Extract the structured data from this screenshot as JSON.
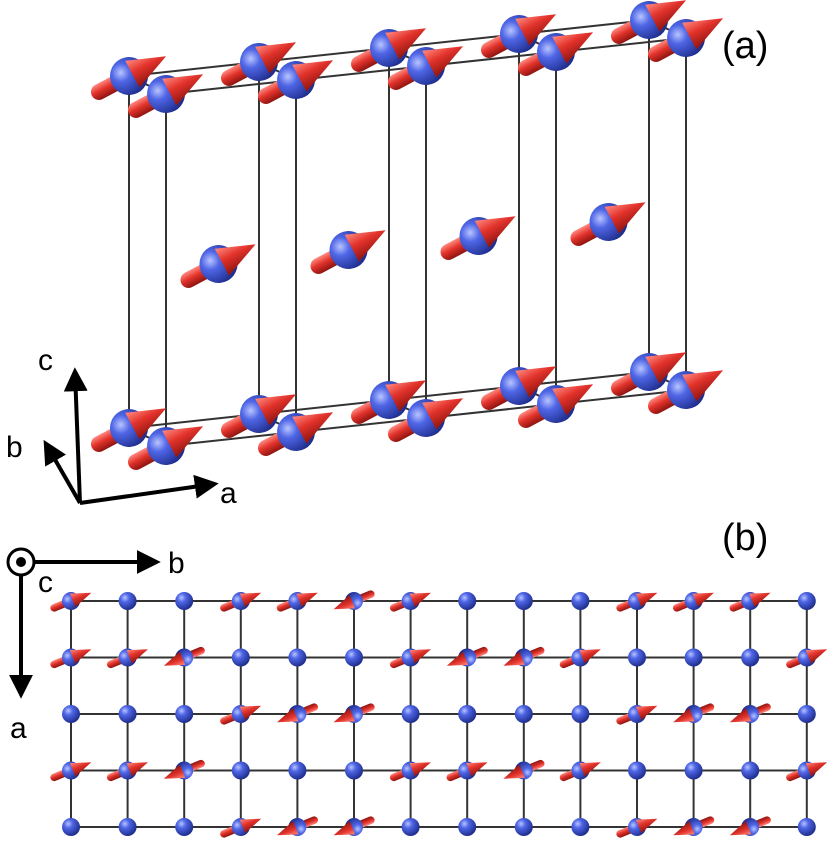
{
  "panels": {
    "a": {
      "label": "(a)"
    },
    "b": {
      "label": "(b)"
    }
  },
  "axes_a": {
    "a": "a",
    "b": "b",
    "c": "c"
  },
  "axes_b": {
    "a": "a",
    "b": "b",
    "c": "c"
  },
  "colors": {
    "atom": "#3a52d6",
    "spin": "#e0302b",
    "bond": "#333333",
    "axis": "#000000"
  }
}
